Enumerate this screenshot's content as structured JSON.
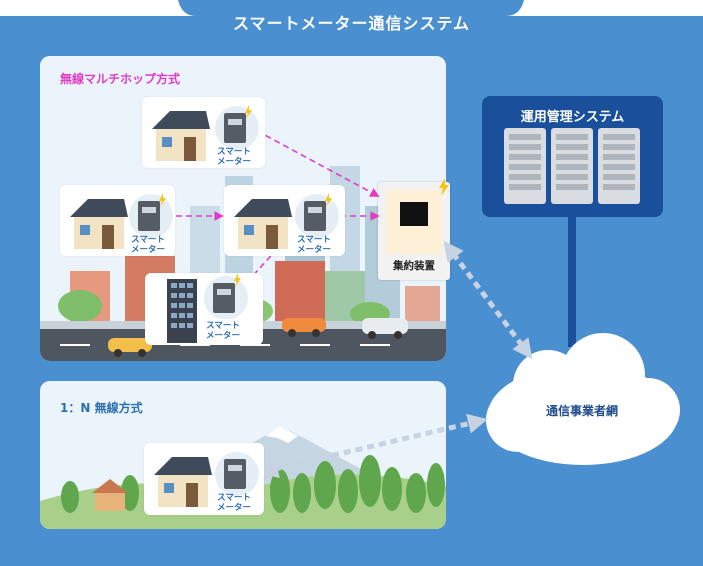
{
  "title": "スマートメーター通信システム",
  "panels": {
    "multihop_label": "無線マルチホップ方式",
    "one_to_n_label": "1：N 無線方式"
  },
  "meter_label_line1": "スマート",
  "meter_label_line2": "メーター",
  "aggregator_label": "集約装置",
  "management_system_label": "運用管理システム",
  "carrier_network_label": "通信事業者網",
  "colors": {
    "background": "#4a8fcf",
    "panel": "#eaf4fa",
    "multihop_link": "#e23cc6",
    "network_link": "#b9cbe0",
    "management_box": "#1a4f9c"
  }
}
